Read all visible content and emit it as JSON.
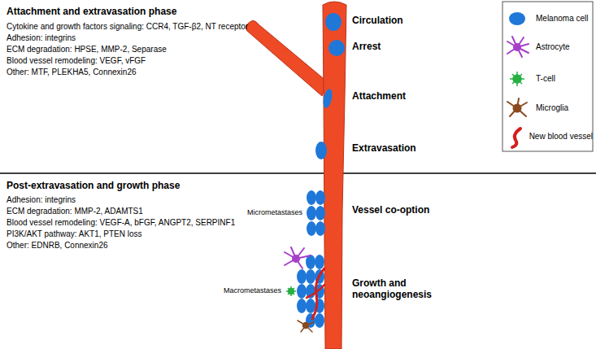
{
  "diagram": {
    "labels": [
      "Attachment and extravasation phase",
      "Cytokine and growth factors signaling: CCR4, TGF-β2, NT receptor",
      "Adhesion: integrins",
      "ECM degradation: HPSE, MMP-2, Separase",
      "Blood vessel remodeling: VEGF, vFGF",
      "Other: MTF, PLEKHA5, Connexin26",
      "Circulation",
      "Arrest",
      "Attachment",
      "Extravasation",
      "Post-extravasation and growth phase",
      "Adhesion: integrins",
      "ECM degradation: MMP-2, ADAMTS1",
      "Blood vessel remodeling: VEGF-A, bFGF, ANGPT2, SERPINF1",
      "PI3K/AKT pathway: AKT1, PTEN loss",
      "Other: EDNRB, Connexin26",
      "Micrometastases",
      "Vessel co-option",
      "Macrometastases",
      "Growth and neoangiogenesis"
    ],
    "legend": [
      {
        "text": "Melanoma cell"
      },
      {
        "text": "Astrocyte"
      },
      {
        "text": "T-cell"
      },
      {
        "text": "Microglia"
      },
      {
        "text": "New blood vessel"
      }
    ]
  }
}
